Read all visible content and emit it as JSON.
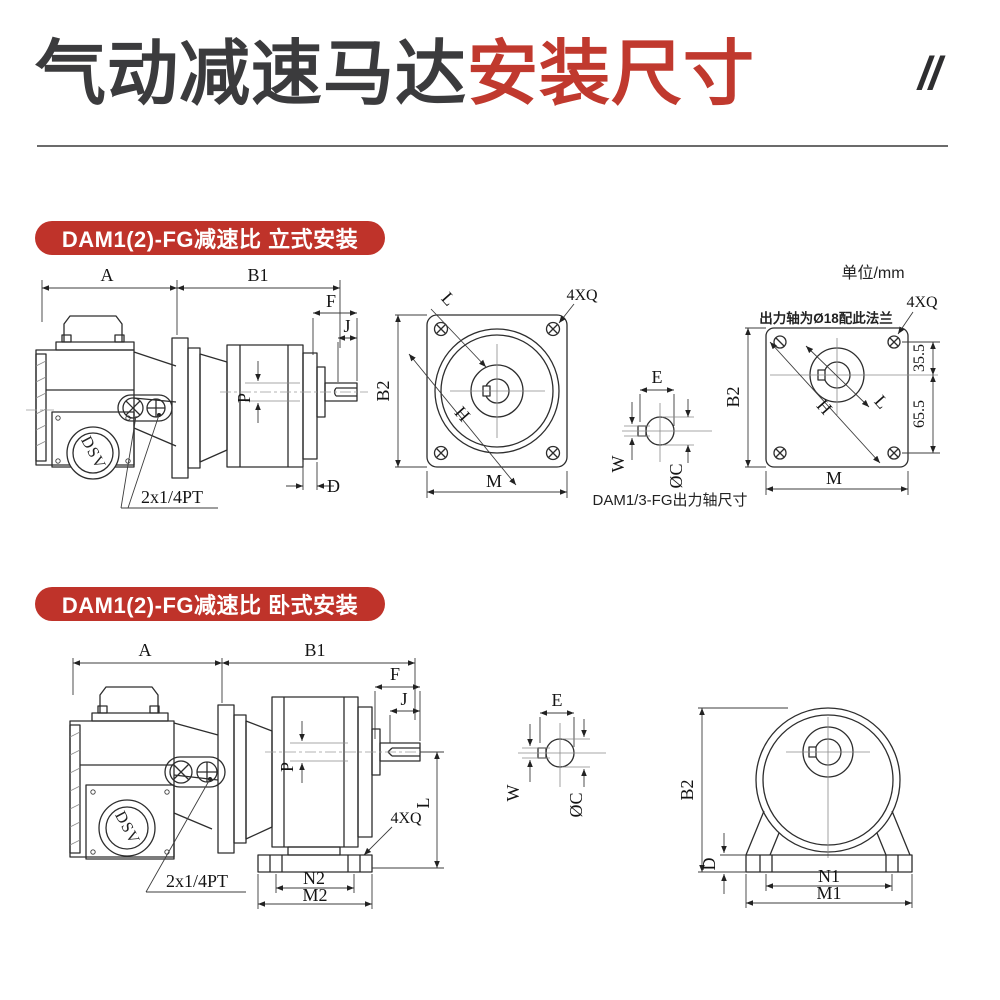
{
  "header": {
    "title_dark": "气动减速马达",
    "title_red": "安装尺寸",
    "corner_mark": "//"
  },
  "colors": {
    "accent_red": "#bf332a",
    "title_dark": "#3b3b3d",
    "line_dark": "#2d2d2d"
  },
  "vertical": {
    "badge": "DAM1(2)-FG减速比 立式安装",
    "unit_note": "单位/mm",
    "side_view": {
      "dim_a": "A",
      "dim_b1": "B1",
      "dim_f": "F",
      "dim_j": "J",
      "dim_p": "P",
      "dim_d": "D",
      "port": "2x1/4PT",
      "brand": "DSV"
    },
    "flange_view": {
      "dim_b2": "B2",
      "dim_m": "M",
      "dim_h": "H",
      "dim_l": "L",
      "holes": "4XQ"
    },
    "shaft_view": {
      "dim_e": "E",
      "dim_w": "W",
      "dim_oc": "ØC",
      "caption": "DAM1/3-FG出力轴尺寸"
    },
    "flange18_view": {
      "note": "出力轴为Ø18配此法兰",
      "holes": "4XQ",
      "dim_b2": "B2",
      "dim_m": "M",
      "dim_h": "H",
      "dim_l": "L",
      "dim_top": "35.5",
      "dim_bottom": "65.5"
    }
  },
  "horizontal": {
    "badge": "DAM1(2)-FG减速比 卧式安装",
    "side_view": {
      "dim_a": "A",
      "dim_b1": "B1",
      "dim_f": "F",
      "dim_j": "J",
      "dim_p": "P",
      "dim_l": "L",
      "holes": "4XQ",
      "dim_n2": "N2",
      "dim_m2": "M2",
      "port": "2x1/4PT",
      "brand": "DSV"
    },
    "shaft_view": {
      "dim_e": "E",
      "dim_w": "W",
      "dim_oc": "ØC"
    },
    "front_view": {
      "dim_b2": "B2",
      "dim_d": "D",
      "dim_n1": "N1",
      "dim_m1": "M1"
    }
  }
}
